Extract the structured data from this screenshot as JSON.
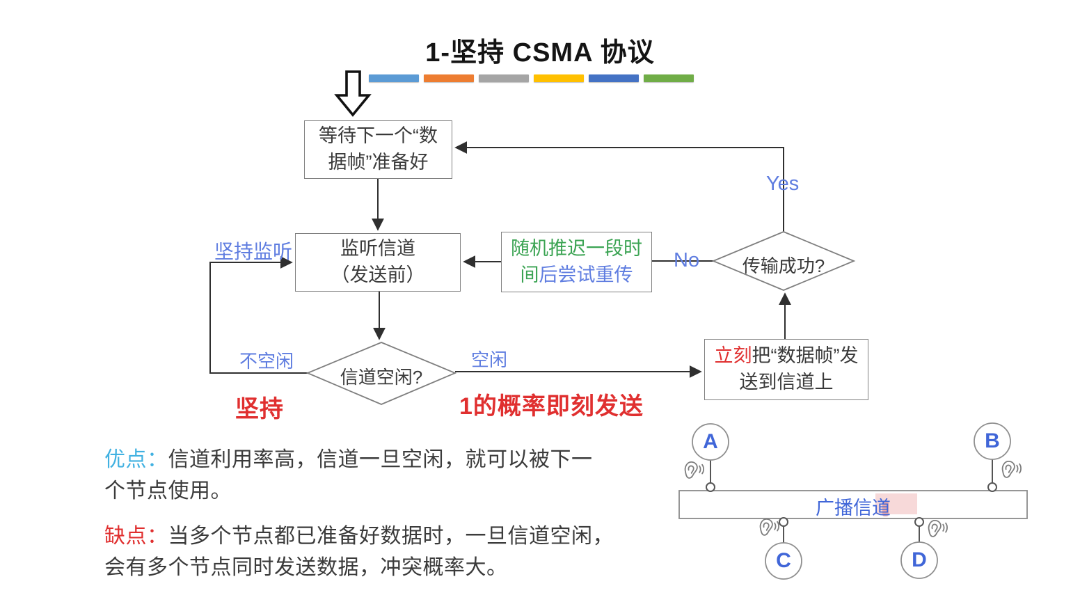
{
  "title": "1-坚持 CSMA 协议",
  "legend": {
    "bar_colors": [
      "#5b9bd5",
      "#ed7d31",
      "#a5a5a5",
      "#ffc000",
      "#4472c4",
      "#70ad47"
    ]
  },
  "colors": {
    "label_blue": "#5f7de0",
    "green": "#3aa352",
    "red": "#e02f2f",
    "cyan": "#41b1e1",
    "node_blue": "#4066d8"
  },
  "flow": {
    "box_wait": {
      "line1": "等待下一个“数",
      "line2": "据帧”准备好"
    },
    "box_listen": {
      "line1": "监听信道",
      "line2": "（发送前）"
    },
    "box_retry": {
      "green1": "随机推迟一段时",
      "green2": "间",
      "blue2": "后尝试重传"
    },
    "box_send": {
      "red1": "立刻",
      "rest1": "把“数据帧”发",
      "line2": "送到信道上"
    },
    "diamond_success": "传输成功?",
    "diamond_idle": "信道空闲?",
    "labels": {
      "persist_listen": "坚持监听",
      "yes": "Yes",
      "no": "No",
      "not_idle": "不空闲",
      "idle": "空闲",
      "persist": "坚持",
      "prob_send": "1的概率即刻发送"
    }
  },
  "notes": {
    "pros_label": "优点：",
    "pros_line1": "信道利用率高，信道一旦空闲，就可以被下一",
    "pros_line2": "个节点使用。",
    "cons_label": "缺点：",
    "cons_line1": "当多个节点都已准备好数据时，一旦信道空闲，",
    "cons_line2": "会有多个节点同时发送数据，冲突概率大。"
  },
  "network": {
    "channel_label": "广播信道",
    "nodes": [
      "A",
      "B",
      "C",
      "D"
    ]
  }
}
